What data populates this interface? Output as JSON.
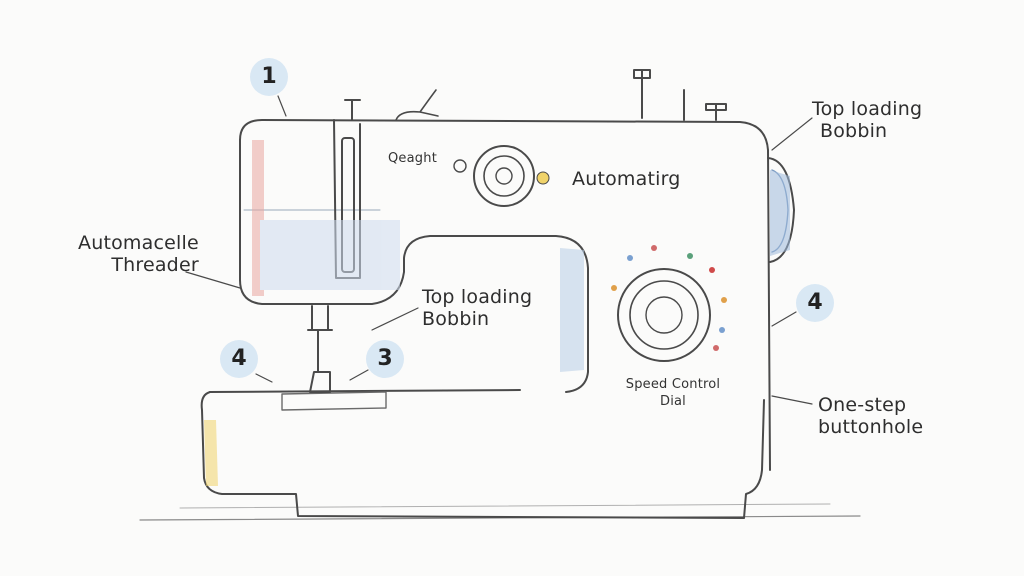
{
  "labels": {
    "top_left_upper": "Top loading",
    "top_left_lower": "Bobbin",
    "weight_label": "Qeaght",
    "automatic_label": "Automatirg",
    "threader_upper": "Automacelle",
    "threader_lower": "Threader",
    "mid_upper": "Top loading",
    "mid_lower": "Bobbin",
    "speed_upper": "Speed Control",
    "speed_lower": "Dial",
    "buttonhole_upper": "One-step",
    "buttonhole_lower": "buttonhole"
  },
  "badges": {
    "b1": "1",
    "b3": "3",
    "b4_left": "4",
    "b4_right": "4"
  },
  "colors": {
    "badge_fill": "#d9e8f4",
    "sketch_stroke": "#4a4a4a",
    "accent_red": "#e9a7a1",
    "accent_blue": "#b8cde6",
    "accent_yellow": "#f0d36a"
  }
}
